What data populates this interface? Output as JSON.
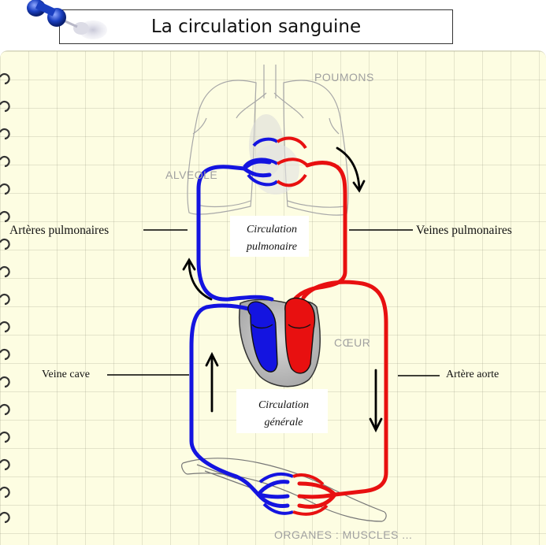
{
  "title": "La circulation sanguine",
  "labels": {
    "poumons": "POUMONS",
    "alveole": "ALVEOLE",
    "coeur": "CŒUR",
    "organes": "ORGANES : MUSCLES ...",
    "arteres_pulmonaires": "Artères pulmonaires",
    "veines_pulmonaires": "Veines pulmonaires",
    "veine_cave": "Veine cave",
    "artere_aorte": "Artère aorte",
    "circ_pulmonaire_l1": "Circulation",
    "circ_pulmonaire_l2": "pulmonaire",
    "circ_generale_l1": "Circulation",
    "circ_generale_l2": "générale"
  },
  "colors": {
    "oxygenated": "#e81010",
    "deoxygenated": "#1414e0",
    "paper": "#fdfde2",
    "outline_gray": "#9a9a9a"
  },
  "icons": {
    "pushpin": "pushpin-icon",
    "binder_rings": "binder-ring-icon"
  }
}
